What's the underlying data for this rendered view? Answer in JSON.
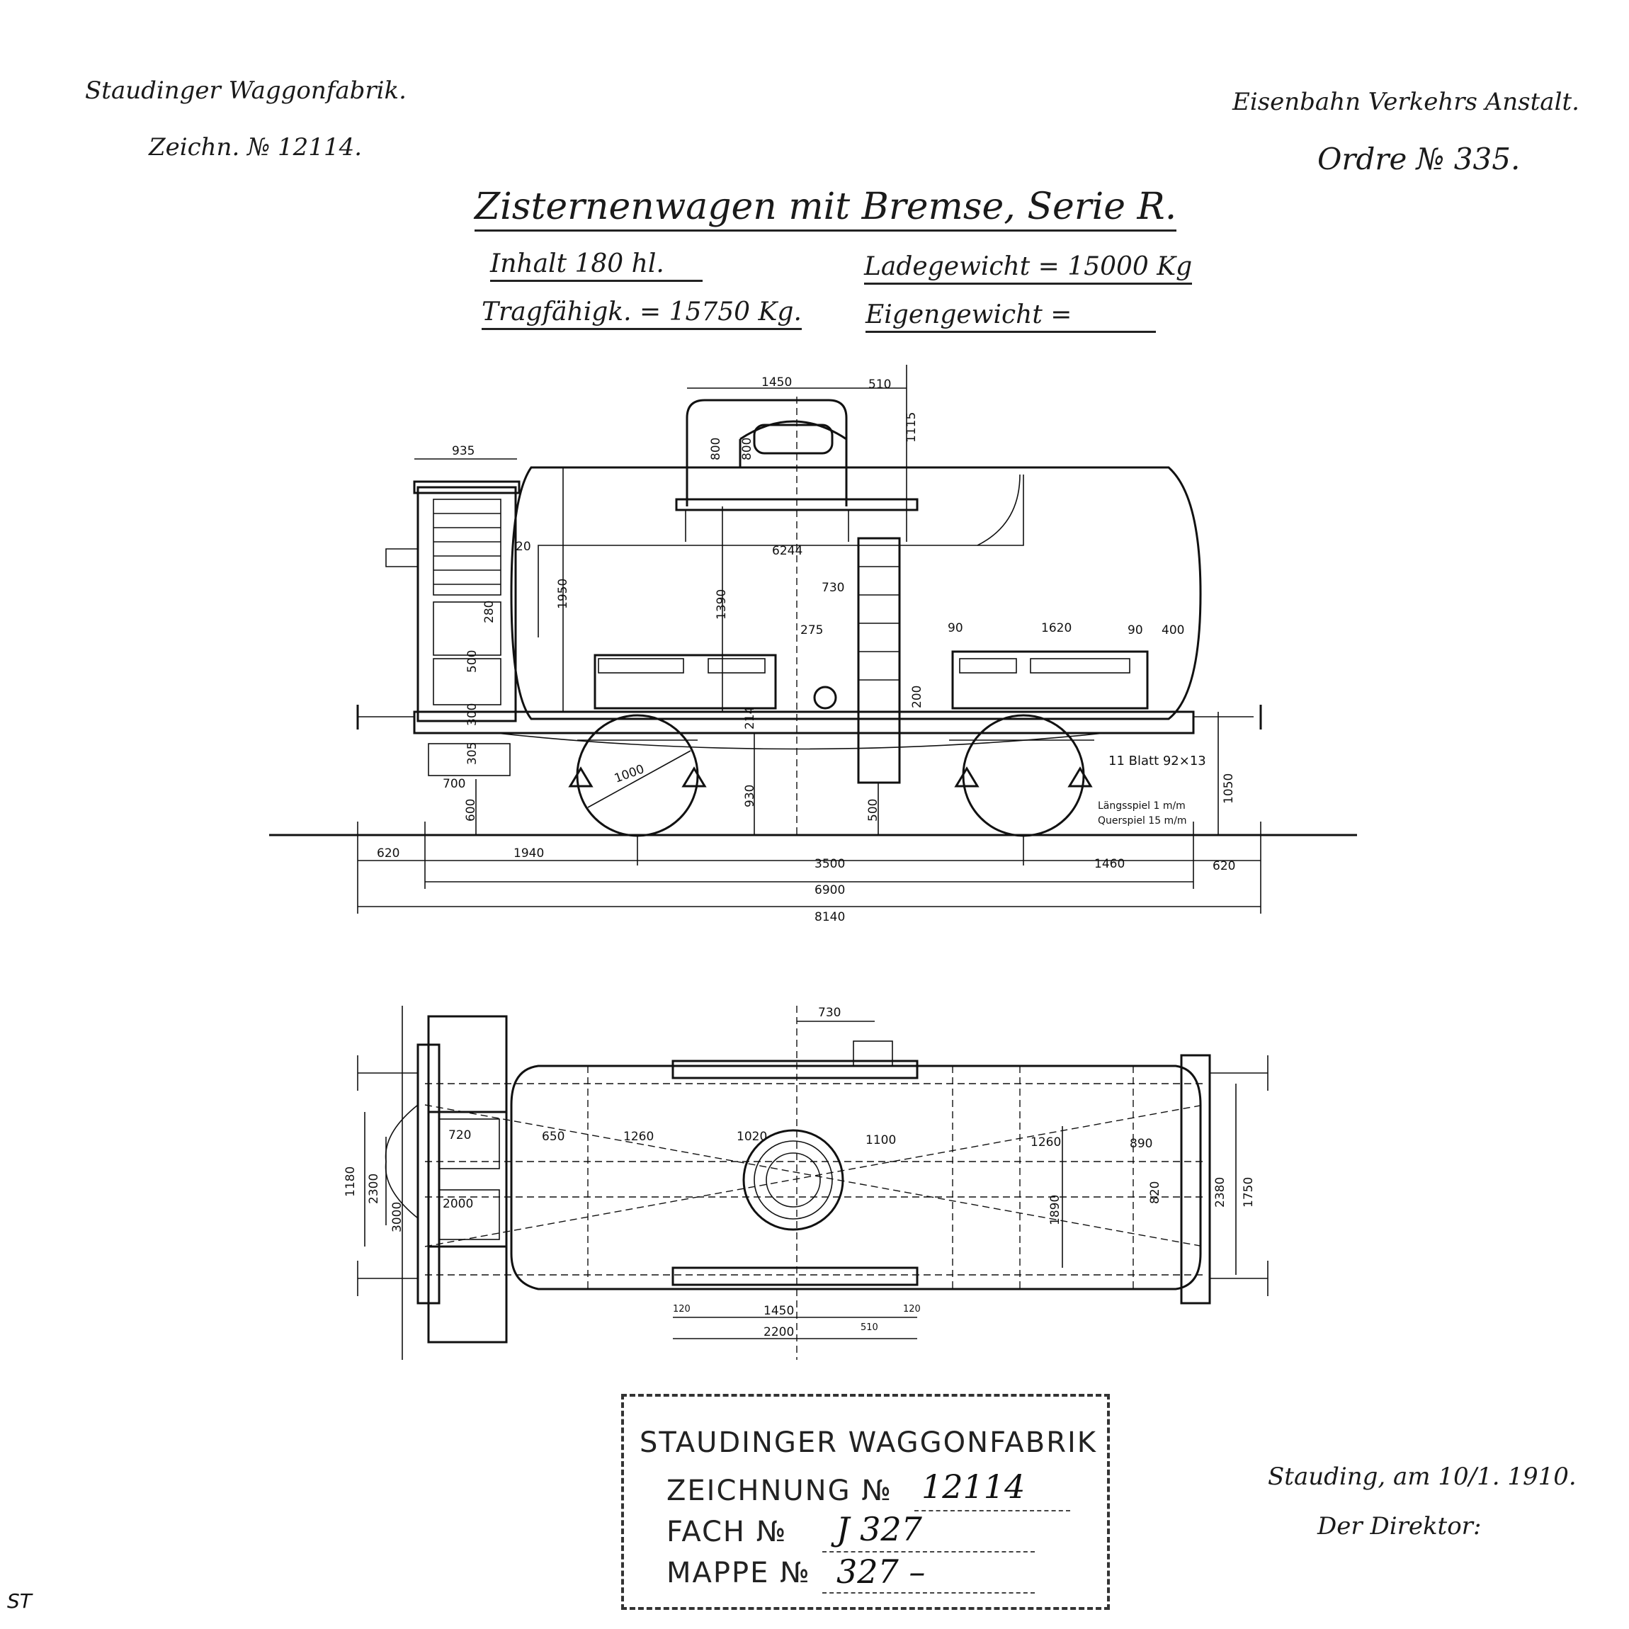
{
  "header": {
    "company": "Staudinger Waggonfabrik.",
    "drawing_no": "Zeichn. № 12114.",
    "client": "Eisenbahn Verkehrs Anstalt.",
    "order_no": "Ordre № 335."
  },
  "title": "Zisternenwagen mit Bremse, Serie R.",
  "specs": {
    "capacity": "Inhalt 180 hl.",
    "load_weight": "Ladegewicht = 15000 Kg",
    "carrying_capacity": "Tragfähigk. = 15750 Kg.",
    "tare_weight": "Eigengewicht ="
  },
  "side_view": {
    "dims": {
      "d935": "935",
      "d1450": "1450",
      "d510": "510",
      "d1115": "1115",
      "d800a": "800",
      "d800b": "800",
      "d6244": "6244",
      "d1950": "1950",
      "d1390": "1390",
      "d730": "730",
      "d275": "275",
      "d90": "90",
      "d1620": "1620",
      "d90b": "90",
      "d400": "400",
      "d200": "200",
      "d214": "214",
      "d300": "300",
      "d305": "305",
      "d700": "700",
      "d600": "600",
      "d930": "930",
      "d500": "500",
      "d1000": "1000",
      "d1050": "1050",
      "d20": "20",
      "d280": "280",
      "d500b": "500"
    },
    "spring_note": "11 Blatt 92×13",
    "play_long": "Längsspiel 1 m/m",
    "play_cross": "Querspiel 15 m/m",
    "bottom_dims": [
      "620",
      "1940",
      "3500",
      "1460",
      "620"
    ],
    "wheelbase_total": "6900",
    "length_total": "8140"
  },
  "plan_view": {
    "dims": {
      "d730": "730",
      "d720": "720",
      "d650": "650",
      "d1260a": "1260",
      "d1020": "1020",
      "d1100": "1100",
      "d1260b": "1260",
      "d890": "890",
      "d1180": "1180",
      "d2300": "2300",
      "d3000": "3000",
      "d2000": "2000",
      "d820": "820",
      "d1890": "1890",
      "d2380": "2380",
      "d1750": "1750",
      "d120a": "120",
      "d1450": "1450",
      "d510": "510",
      "d120b": "120",
      "d2200": "2200"
    }
  },
  "stamp": {
    "company": "STAUDINGER WAGGONFABRIK",
    "drawing_label": "ZEICHNUNG №",
    "drawing_value": "12114",
    "compartment_label": "FACH №",
    "compartment_value": "J 327",
    "folder_label": "MAPPE №",
    "folder_value": "327 –"
  },
  "signature": {
    "place_date": "Stauding, am 10/1. 1910.",
    "signatory": "Der Direktor:"
  },
  "corner_mark": "ST"
}
